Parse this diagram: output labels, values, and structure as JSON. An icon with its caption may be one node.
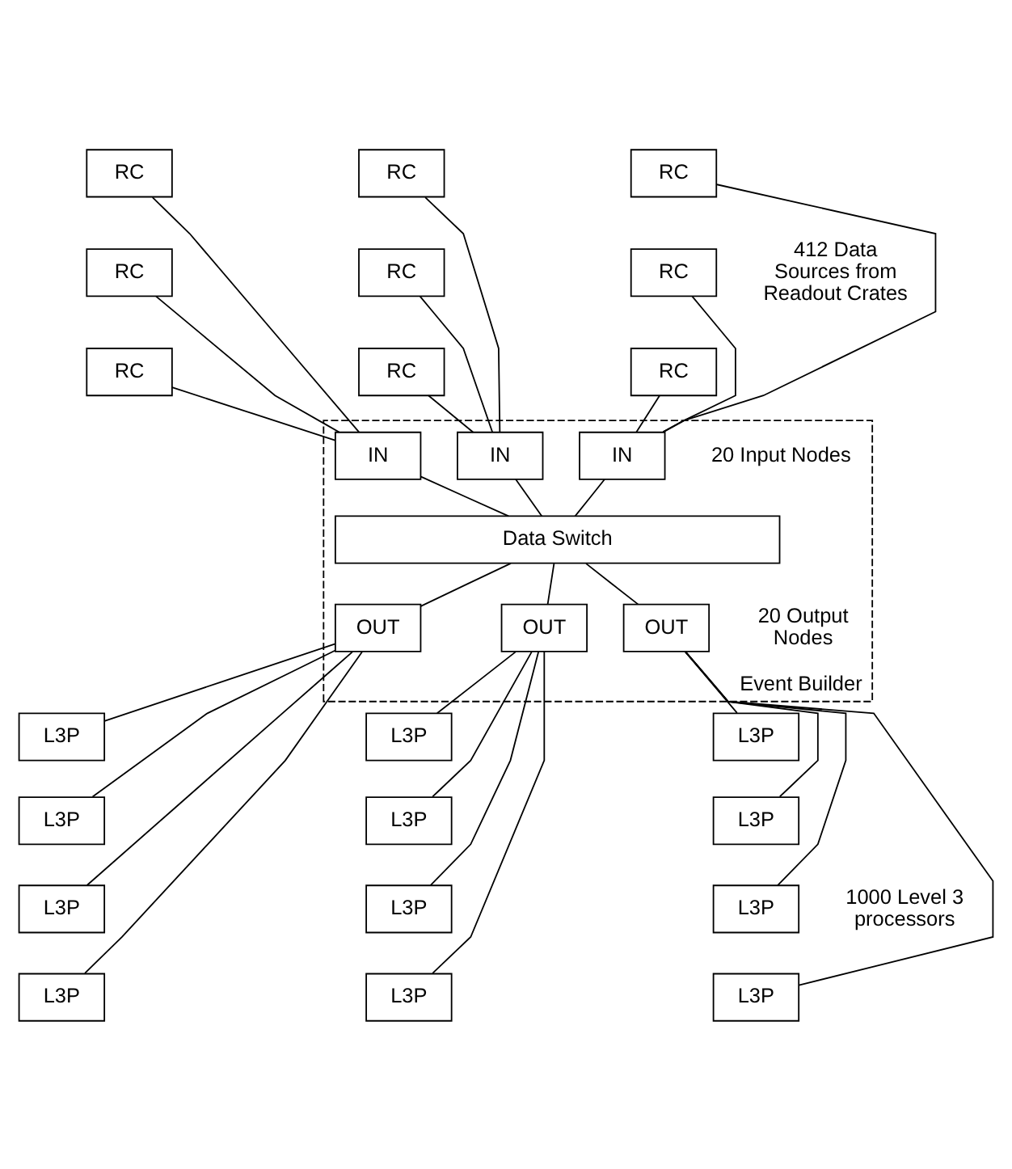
{
  "diagram": {
    "nodes": [
      {
        "text": [
          "RC"
        ]
      },
      {
        "text": [
          "RC"
        ]
      },
      {
        "text": [
          "RC"
        ]
      },
      {
        "text": [
          "RC"
        ]
      },
      {
        "text": [
          "RC"
        ]
      },
      {
        "text": [
          "RC"
        ]
      },
      {
        "text": [
          "RC"
        ]
      },
      {
        "text": [
          "RC"
        ]
      },
      {
        "text": [
          "RC"
        ]
      },
      {
        "text": [
          "Event Builder"
        ]
      },
      {
        "text": [
          "IN"
        ],
        "in": 9
      },
      {
        "text": [
          "IN"
        ],
        "in": 9
      },
      {
        "text": [
          "IN"
        ],
        "in": 9
      },
      {
        "text": [
          "Data Switch"
        ],
        "in": 9
      },
      {
        "text": [
          "OUT"
        ],
        "in": 9
      },
      {
        "text": [
          "OUT"
        ],
        "in": 9
      },
      {
        "text": [
          "OUT"
        ],
        "in": 9
      },
      {
        "text": [
          "L3P"
        ]
      },
      {
        "text": [
          "L3P"
        ]
      },
      {
        "text": [
          "L3P"
        ]
      },
      {
        "text": [
          "L3P"
        ]
      },
      {
        "text": [
          "L3P"
        ]
      },
      {
        "text": [
          "L3P"
        ]
      },
      {
        "text": [
          "L3P"
        ]
      },
      {
        "text": [
          "L3P"
        ]
      },
      {
        "text": [
          "L3P"
        ]
      },
      {
        "text": [
          "L3P"
        ]
      },
      {
        "text": [
          "L3P"
        ]
      },
      {
        "text": [
          "L3P"
        ]
      }
    ],
    "edges": [
      {
        "from": 0,
        "to": 10,
        "arrow": "none"
      },
      {
        "from": 3,
        "to": 10,
        "arrow": "none"
      },
      {
        "from": 6,
        "to": 10,
        "arrow": "none"
      },
      {
        "from": 1,
        "to": 11,
        "arrow": "none"
      },
      {
        "from": 4,
        "to": 11,
        "arrow": "none"
      },
      {
        "from": 7,
        "to": 11,
        "arrow": "none"
      },
      {
        "from": 2,
        "to": 12,
        "arrow": "none"
      },
      {
        "from": 5,
        "to": 12,
        "arrow": "none"
      },
      {
        "from": 8,
        "to": 12,
        "arrow": "none"
      },
      {
        "from": 10,
        "to": 13,
        "arrow": "none"
      },
      {
        "from": 11,
        "to": 13,
        "arrow": "none"
      },
      {
        "from": 12,
        "to": 13,
        "arrow": "none"
      },
      {
        "from": 13,
        "to": 14,
        "arrow": "none"
      },
      {
        "from": 13,
        "to": 15,
        "arrow": "none"
      },
      {
        "from": 13,
        "to": 16,
        "arrow": "none"
      },
      {
        "from": 14,
        "to": 17,
        "arrow": "none"
      },
      {
        "from": 14,
        "to": 20,
        "arrow": "none"
      },
      {
        "from": 14,
        "to": 23,
        "arrow": "none"
      },
      {
        "from": 14,
        "to": 26,
        "arrow": "none"
      },
      {
        "from": 15,
        "to": 18,
        "arrow": "none"
      },
      {
        "from": 15,
        "to": 21,
        "arrow": "none"
      },
      {
        "from": 15,
        "to": 24,
        "arrow": "none"
      },
      {
        "from": 15,
        "to": 27,
        "arrow": "none"
      },
      {
        "from": 16,
        "to": 19,
        "arrow": "none"
      },
      {
        "from": 16,
        "to": 22,
        "arrow": "none"
      },
      {
        "from": 16,
        "to": 25,
        "arrow": "none"
      },
      {
        "from": 16,
        "to": 28,
        "arrow": "none"
      }
    ],
    "labels": [
      "412 Data Sources from Readout Crates",
      "20 Input Nodes",
      "20 Output Nodes",
      "1000 Level 3 processors"
    ]
  }
}
